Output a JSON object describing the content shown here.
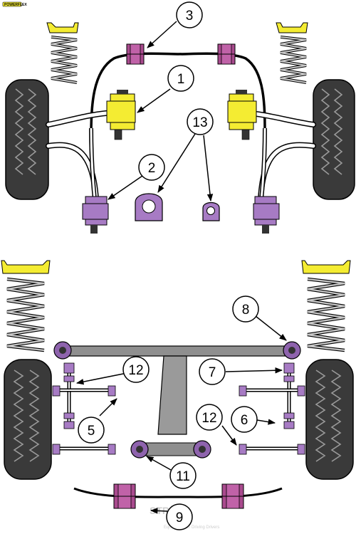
{
  "brand": {
    "badge_text": "POWERFLEX"
  },
  "colors": {
    "polyurethane_yellow": "#f4ec32",
    "polyurethane_purple": "#a77bc4",
    "purple_dark": "#8e63ad",
    "magenta": "#a94a8e",
    "tyre": "#3a3a3a",
    "spring": "#c9c9c9",
    "metal": "#8f8f8f"
  },
  "callouts": [
    {
      "id": "callout-1",
      "number": "1"
    },
    {
      "id": "callout-2",
      "number": "2"
    },
    {
      "id": "callout-3",
      "number": "3"
    },
    {
      "id": "callout-5",
      "number": "5"
    },
    {
      "id": "callout-6",
      "number": "6"
    },
    {
      "id": "callout-7",
      "number": "7"
    },
    {
      "id": "callout-8",
      "number": "8"
    },
    {
      "id": "callout-9",
      "number": "9"
    },
    {
      "id": "callout-11",
      "number": "11"
    },
    {
      "id": "callout-12a",
      "number": "12"
    },
    {
      "id": "callout-12b",
      "number": "12"
    },
    {
      "id": "callout-13",
      "number": "13"
    }
  ],
  "watermark": {
    "line1": "STREET",
    "line2": "Equipment for Driving Drivers"
  }
}
